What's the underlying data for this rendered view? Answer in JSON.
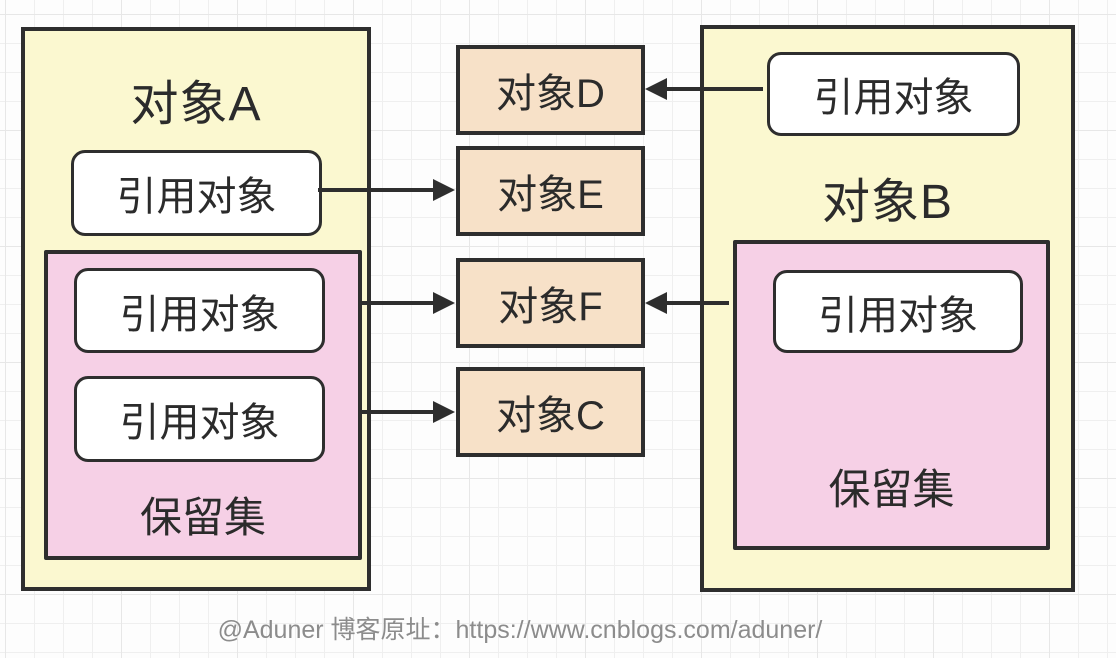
{
  "diagram": {
    "object_a": {
      "title": "对象A",
      "ref_label": "引用对象",
      "retained_set": {
        "label": "保留集",
        "refs": [
          "引用对象",
          "引用对象"
        ]
      }
    },
    "object_b": {
      "title": "对象B",
      "ref_label": "引用对象",
      "retained_set": {
        "label": "保留集",
        "refs": [
          "引用对象"
        ]
      }
    },
    "targets": [
      {
        "label": "对象D"
      },
      {
        "label": "对象E"
      },
      {
        "label": "对象F"
      },
      {
        "label": "对象C"
      }
    ],
    "edges": [
      {
        "from": "object-b-ref",
        "to": "target-d",
        "arrow_points": "left"
      },
      {
        "from": "object-a-ref",
        "to": "target-e",
        "arrow_points": "right"
      },
      {
        "from": "object-a-retained-ref-1",
        "to": "target-f",
        "arrow_points": "right"
      },
      {
        "from": "object-b-retained-ref",
        "to": "target-f",
        "arrow_points": "left"
      },
      {
        "from": "object-a-retained-ref-2",
        "to": "target-c",
        "arrow_points": "right"
      }
    ]
  },
  "caption": {
    "text": "@Aduner 博客原址：https://www.cnblogs.com/aduner/"
  },
  "colors": {
    "container_fill": "#FBF8D0",
    "retained_set_fill": "#F6D0E6",
    "target_fill": "#F7E1C8",
    "stroke": "#2E2E2E",
    "caption_text": "#8C8C8C",
    "grid_line": "#EFEFEF"
  }
}
